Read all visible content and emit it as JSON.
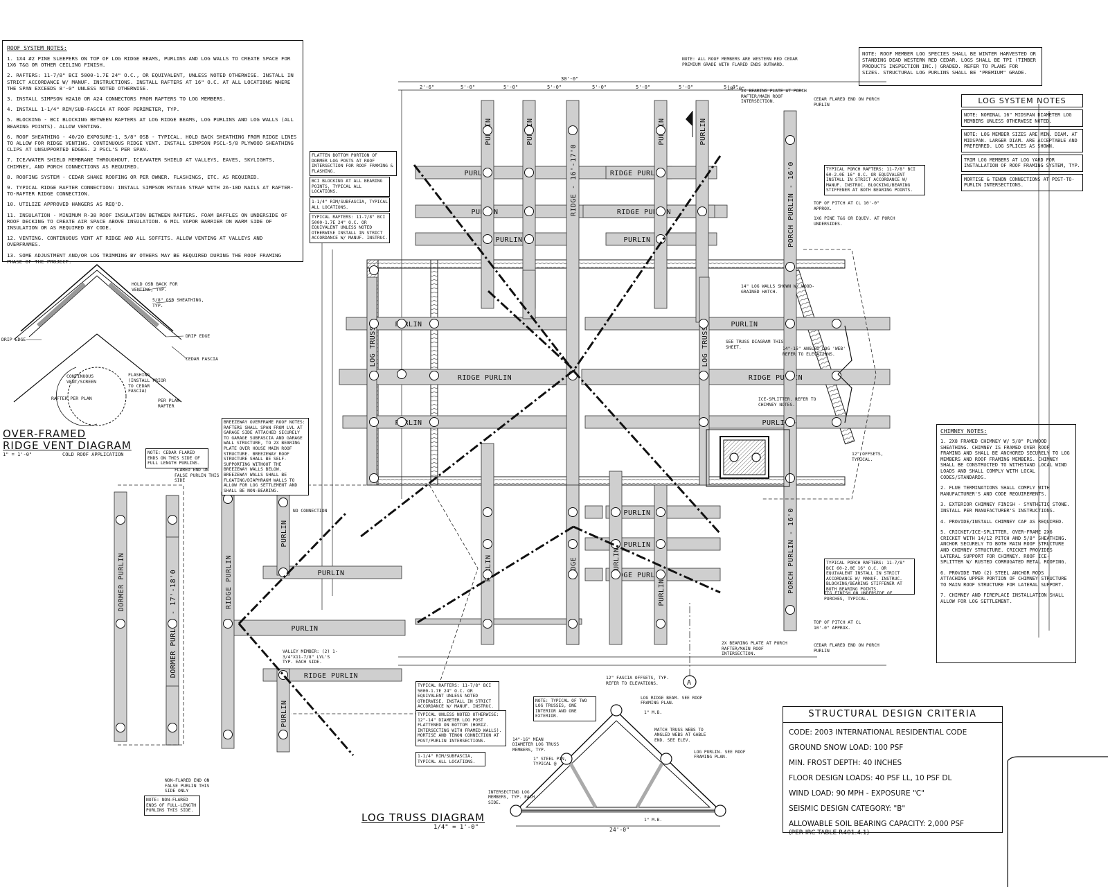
{
  "roof_notes": {
    "title": "ROOF SYSTEM NOTES:",
    "items": [
      "1. 1X4 #2 PINE SLEEPERS ON TOP OF LOG RIDGE BEAMS, PURLINS AND LOG WALLS TO CREATE SPACE FOR 1X6 T&G OR OTHER CEILING FINISH.",
      "2. RAFTERS: 11-7/8\" BCI 5000-1.7E 24\" O.C., OR EQUIVALENT, UNLESS NOTED OTHERWISE. INSTALL IN STRICT ACCORDANCE W/ MANUF. INSTRUCTIONS. INSTALL RAFTERS AT 16\" O.C. AT ALL LOCATIONS WHERE THE SPAN EXCEEDS 8'-0\" UNLESS NOTED OTHERWISE.",
      "3. INSTALL SIMPSON H2A10 OR A24 CONNECTORS FROM RAFTERS TO LOG MEMBERS.",
      "4. INSTALL 1-1/4\" RIM/SUB-FASCIA AT ROOF PERIMETER, TYP.",
      "5. BLOCKING - BCI BLOCKING BETWEEN RAFTERS AT LOG RIDGE BEAMS, LOG PURLINS AND LOG WALLS (ALL BEARING POINTS). ALLOW VENTING.",
      "6. ROOF SHEATHING - 40/20 EXPOSURE-1, 5/8\" OSB - TYPICAL. HOLD BACK SHEATHING FROM RIDGE LINES TO ALLOW FOR RIDGE VENTING. CONTINUOUS RIDGE VENT. INSTALL SIMPSON PSCL-5/8 PLYWOOD SHEATHING CLIPS AT UNSUPPORTED EDGES. 2 PSCL's PER SPAN.",
      "7. ICE/WATER SHIELD MEMBRANE THROUGHOUT. ICE/WATER SHIELD AT VALLEYS, EAVES, SKYLIGHTS, CHIMNEY, AND PORCH CONNECTIONS AS REQUIRED.",
      "8. ROOFING SYSTEM - CEDAR SHAKE ROOFING OR PER OWNER. FLASHINGS, ETC. AS REQUIRED.",
      "9. TYPICAL RIDGE RAFTER CONNECTION: INSTALL SIMPSON MSTA36 STRAP WITH 26-10d NAILS AT RAFTER-TO-RAFTER RIDGE CONNECTION.",
      "10. UTILIZE APPROVED HANGERS AS REQ'D.",
      "11. INSULATION - MINIMUM R-38 ROOF INSULATION BETWEEN RAFTERS. FOAM BAFFLES ON UNDERSIDE OF ROOF DECKING TO CREATE AIR SPACE ABOVE INSULATION. 6 MIL VAPOR BARRIER ON WARM SIDE OF INSULATION OR AS REQUIRED BY CODE.",
      "12. VENTING. CONTINUOUS VENT AT RIDGE AND ALL SOFFITS. ALLOW VENTING AT VALLEYS AND OVERFRAMES.",
      "13. SOME ADJUSTMENT AND/OR LOG TRIMMING BY OTHERS MAY BE REQUIRED DURING THE ROOF FRAMING PHASE OF THE PROJECT."
    ]
  },
  "species_note": "NOTE: ROOF MEMBER LOG SPECIES SHALL BE WINTER HARVESTED OR STANDING DEAD WESTERN RED CEDAR. LOGS SHALL BE TPI (TIMBER PRODUCTS INSPECTION INC.) GRADED. REFER TO PLANS FOR SIZES. STRUCTURAL LOG PURLINS SHALL BE \"PREMIUM\" GRADE.",
  "log_system": {
    "title": "LOG SYSTEM NOTES",
    "notes": [
      "NOTE: NOMINAL 16\" MIDSPAN DIAMETER LOG MEMBERS UNLESS OTHERWISE NOTED.",
      "NOTE: LOG MEMBER SIZES ARE MIN. DIAM. AT MIDSPAN. LARGER DIAM. ARE ACCEPTABLE AND PREFERRED. LOG SPLICES AS SHOWN.",
      "TRIM LOG MEMBERS AT LOG YARD FOR INSTALLATION OF ROOF FRAMING SYSTEM, TYP.",
      "MORTISE & TENON CONNECTIONS AT POST-TO-PURLIN INTERSECTIONS."
    ]
  },
  "chimney": {
    "title": "CHIMNEY NOTES:",
    "items": [
      "1. 2X8 FRAMED CHIMNEY W/ 5/8\" PLYWOOD SHEATHING. CHIMNEY IS FRAMED OVER ROOF FRAMING AND SHALL BE ANCHORED SECURELY TO LOG MEMBERS AND ROOF FRAMING MEMBERS. CHIMNEY SHALL BE CONSTRUCTED TO WITHSTAND LOCAL WIND LOADS AND SHALL COMPLY WITH LOCAL CODES/STANDARDS.",
      "2. FLUE TERMINATIONS SHALL COMPLY WITH MANUFACTURER'S AND CODE REQUIREMENTS.",
      "3. EXTERIOR CHIMNEY FINISH - SYNTHETIC STONE. INSTALL PER MANUFACTURER'S INSTRUCTIONS.",
      "4. PROVIDE/INSTALL CHIMNEY CAP AS REQUIRED.",
      "5. CRICKET/ICE-SPLITTER, OVER-FRAME 2X6 CRICKET WITH 14/12 PITCH AND 5/8\" SHEATHING. ANCHOR SECURELY TO BOTH MAIN ROOF STRUCTURE AND CHIMNEY STRUCTURE. CRICKET PROVIDES LATERAL SUPPORT FOR CHIMNEY. ROOF ICE-SPLITTER W/ RUSTED CORRUGATED METAL ROOFING.",
      "6. PROVIDE TWO (2) STEEL ANCHOR RODS ATTACHING UPPER PORTION OF CHIMNEY STRUCTURE TO MAIN ROOF STRUCTURE FOR LATERAL SUPPORT.",
      "7. CHIMNEY AND FIREPLACE INSTALLATION SHALL ALLOW FOR LOG SETTLEMENT."
    ]
  },
  "criteria": {
    "title": "STRUCTURAL DESIGN CRITERIA",
    "lines": [
      "CODE: 2003 INTERNATIONAL RESIDENTIAL CODE",
      "GROUND SNOW LOAD: 100 PSF",
      "MIN. FROST DEPTH: 40 INCHES",
      "FLOOR DESIGN LOADS: 40 PSF LL, 10 PSF DL",
      "WIND LOAD: 90 MPH - EXPOSURE \"C\"",
      "SEISMIC DESIGN CATEGORY: \"B\"",
      "ALLOWABLE SOIL BEARING CAPACITY: 2,000 PSF",
      "(PER IRC TABLE R401.4.1)"
    ]
  },
  "ridge_vent": {
    "title1": "OVER-FRAMED",
    "title2": "RIDGE VENT DIAGRAM",
    "scale": "1\" = 1'-0\"",
    "sub": "COLD ROOF APPLICATION",
    "labels": [
      "HOLD OSB BACK FOR VENTING, TYP.",
      "5/8\" OSB SHEATHING, TYP.",
      "DRIP EDGE",
      "DRIP EDGE",
      "CEDAR FASCIA",
      "CONTINUOUS VENT/SCREEN",
      "FLASHING (INSTALL PRIOR TO CEDAR FASCIA)",
      "RAFTER PER PLAN",
      "PER PLAN RAFTER"
    ]
  },
  "truss": {
    "title": "LOG TRUSS DIAGRAM",
    "scale": "1/4\" = 1'-0\"",
    "span": "24'-0\"",
    "labels": [
      "NOTE: TYPICAL OF TWO LOG TRUSSES, ONE INTERIOR AND ONE EXTERIOR.",
      "LOG RIDGE BEAM. SEE ROOF FRAMING PLAN.",
      "1\" M.B.",
      "MATCH TRUSS WEBS TO ANGLED WEBS AT GABLE END. SEE ELEV.",
      "14\"-16\" MEAN DIAMETER LOG TRUSS MEMBERS, TYP.",
      "1\" STEEL PIN, TYPICAL @",
      "LOG PURLIN. SEE ROOF FRAMING PLAN.",
      "INTERSECTING LOG MEMBERS, TYP. EACH SIDE.",
      "1\" M.B."
    ]
  },
  "plan": {
    "members": [
      "PURLIN",
      "PURLIN",
      "RIDGE PURLIN",
      "RIDGE PURLIN",
      "PURLIN",
      "PURLIN",
      "PURLIN",
      "PURLIN",
      "RIDGE PURLIN",
      "RIDGE PURLIN",
      "PURLIN",
      "PURLIN",
      "PURLIN",
      "PURLIN",
      "RIDGE PURLIN",
      "PURLIN",
      "PURLIN",
      "RIDGE PURLIN",
      "PURLIN",
      "PURLIN",
      "PURLIN"
    ],
    "vmembers": [
      "PURLIN",
      "PURLIN",
      "RIDGE - 16'-17'0",
      "PURLIN",
      "PURLIN",
      "PORCH PURLIN - 16'0",
      "RIDGE",
      "PURLIN",
      "PURLIN",
      "RIDGE",
      "PURLIN",
      "PORCH PURLIN - 16'0",
      "LOG TRUSS",
      "LOG TRUSS",
      "LOG TRUSS",
      "DORMER PURLIN",
      "DORMER PURLIN - 17'-18'0",
      "RIDGE PURLIN",
      "PURLIN",
      "PURLIN",
      "FALSE PURLIN",
      "FALSE PURLIN"
    ],
    "dims_top": [
      "2'-6\"",
      "5'-0\"",
      "5'-0\"",
      "5'-0\"",
      "5'-0\"",
      "5'-0\"",
      "5'-0\"",
      "5'-0\"",
      "30'-0\"",
      "10'-0\""
    ],
    "callouts": [
      "NOTE: ALL ROOF MEMBERS ARE WESTERN RED CEDAR PREMIUM GRADE WITH FLARED ENDS OUTWARD.",
      "2X BEARING PLATE AT PORCH RAFTER/MAIN ROOF INTERSECTION.",
      "CEDAR FLARED END ON PORCH PURLIN",
      "TYPICAL PORCH RAFTERS: 11-7/8\" BCI 60-2.0E 16\" O.C. OR EQUIVALENT INSTALL IN STRICT ACCORDANCE W/ MANUF. INSTRUC. BLOCKING/BEARING STIFFENER AT BOTH BEARING POINTS.",
      "TOP OF PITCH AT CL 10'-0\" APPROX.",
      "1X6 PINE T&G OR EQUIV. AT PORCH UNDERSIDES.",
      "14\" LOG WALLS SHOWN W/ WOOD-GRAINED HATCH.",
      "SEE TRUSS DIAGRAM THIS SHEET.",
      "14\"-16\" ANGLED LOG 'WEB' - REFER TO ELEVATIONS.",
      "ICE-SPLITTER. REFER TO CHIMNEY NOTES.",
      "12\" OFFSETS, TYPICAL.",
      "FLATTEN BOTTOM PORTION OF DORMER LOG POSTS AT ROOF INTERSECTION FOR ROOF FRAMING & FLASHING.",
      "BCI BLOCKING AT ALL BEARING POINTS, TYPICAL ALL LOCATIONS.",
      "1-1/4\" RIM/SUBFASCIA, TYPICAL ALL LOCATIONS.",
      "TYPICAL RAFTERS: 11-7/8\" BCI 5000-1.7E 24\" O.C. OR EQUIVALENT UNLESS NOTED OTHERWISE INSTALL IN STRICT ACCORDANCE W/ MANUF. INSTRUC.",
      "TYPICAL PORCH RAFTERS: 11-7/8\" BCI 60-2.0E 16\" O.C. OR EQUIVALENT INSTALL IN STRICT ACCORDANCE W/ MANUF. INSTRUC. BLOCKING/BEARING STIFFENER AT BOTH BEARING POINTS.",
      "TIG FINISH ON UNDERSIDE OF PORCHES, TYPICAL.",
      "TOP OF PITCH AT CL 10'-0\" APPROX.",
      "2X BEARING PLATE AT PORCH RAFTER/MAIN ROOF INTERSECTION.",
      "CEDAR FLARED END ON PORCH PURLIN",
      "12\" FASCIA OFFSETS, TYP. REFER TO ELEVATIONS.",
      "TYPICAL RAFTERS: 11-7/8\" BCI 5000-1.7E 24\" O.C. OR EQUIVALENT UNLESS NOTED OTHERWISE. INSTALL IN STRICT ACCORDANCE W/ MANUF. INSTRUC.",
      "TYPICAL UNLESS NOTED OTHERWISE: 12\"-14\" DIAMETER LOG POST FLATTENED ON BOTTOM (HORIZ. INTERSECTING WITH FRAMED WALLS). MORTISE AND TENON CONNECTION AT POST/PURLIN INTERSECTIONS.",
      "1-1/4\" RIM/SUBFASCIA, TYPICAL ALL LOCATIONS.",
      "BREEZEWAY OVERFRAME ROOF NOTES: RAFTERS SHALL SPAN FROM LVL AT GARAGE SIDE ATTACHED SECURELY TO GARAGE SUBFASCIA AND GARAGE WALL STRUCTURE, TO 2X BEARING PLATE OVER HOUSE MAIN ROOF STRUCTURE. BREEZEWAY ROOF STRUCTURE SHALL BE SELF-SUPPORTING WITHOUT THE BREEZEWAY WALLS BELOW. BREEZEWAY WALLS SHALL BE FLOATING/DIAPHRAGM WALLS TO ALLOW FOR LOG SETTLEMENT AND SHALL BE NON-BEARING.",
      "NOTE: CEDAR FLARED ENDS ON THIS SIDE OF FULL LENGTH PURLINS.",
      "FLARED END ON FALSE PURLIN THIS SIDE",
      "VALLEY MEMBER: (2) 1-3/4\"X11-7/8\" LVL's TYP. EACH SIDE.",
      "NON-FLARED END ON FALSE PURLIN THIS SIDE ONLY",
      "NOTE: NON-FLARED ENDS OF FULL-LENGTH PURLINS THIS SIDE.",
      "NO CONNECTION"
    ],
    "marker": "A"
  }
}
